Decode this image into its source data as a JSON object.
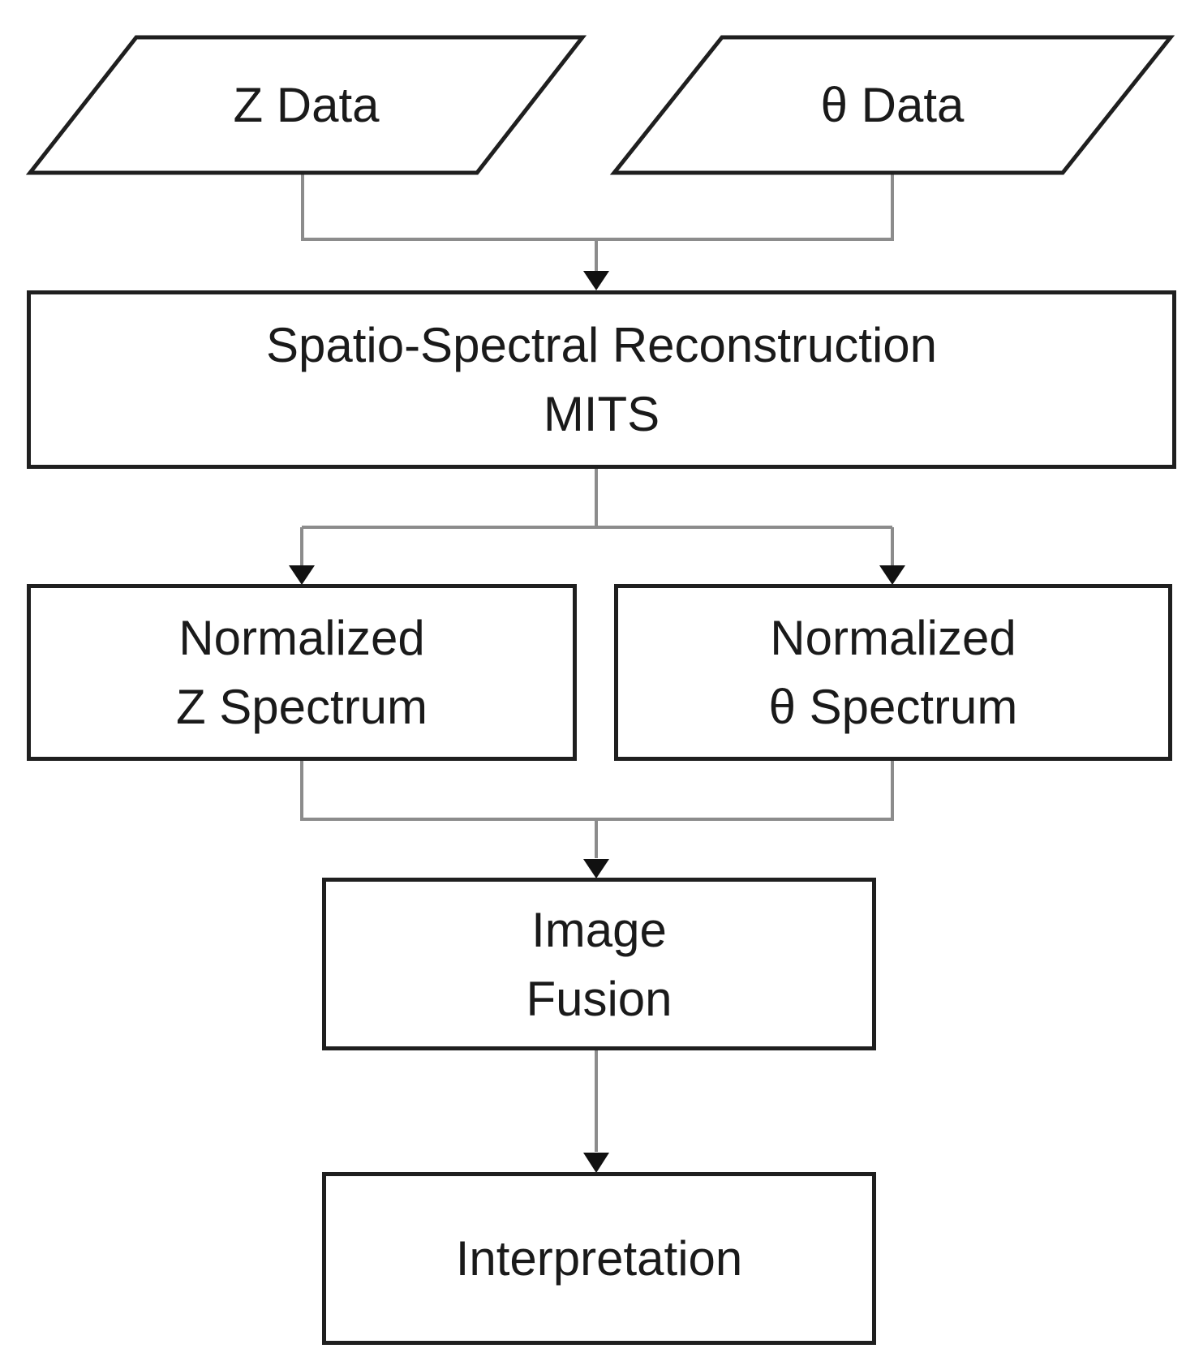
{
  "diagram": {
    "type": "flowchart",
    "background": "#ffffff",
    "colors": {
      "node_border": "#1f1f1f",
      "node_fill": "#ffffff",
      "connector": "#8c8c8c",
      "arrowhead": "#111111",
      "text": "#1a1a1a"
    },
    "nodes": [
      {
        "id": "z-data",
        "shape": "parallelogram",
        "lines": [
          "Z Data"
        ]
      },
      {
        "id": "theta-data",
        "shape": "parallelogram",
        "lines": [
          "θ Data"
        ]
      },
      {
        "id": "reconstruction",
        "shape": "rectangle",
        "lines": [
          "Spatio-Spectral Reconstruction",
          "MITS"
        ]
      },
      {
        "id": "normalized-z",
        "shape": "rectangle",
        "lines": [
          "Normalized",
          "Z Spectrum"
        ]
      },
      {
        "id": "normalized-theta",
        "shape": "rectangle",
        "lines": [
          "Normalized",
          "θ Spectrum"
        ]
      },
      {
        "id": "image-fusion",
        "shape": "rectangle",
        "lines": [
          "Image",
          "Fusion"
        ]
      },
      {
        "id": "interpretation",
        "shape": "rectangle",
        "lines": [
          "Interpretation"
        ]
      }
    ],
    "edges": [
      {
        "from": "z-data",
        "to": "reconstruction",
        "arrow": true
      },
      {
        "from": "theta-data",
        "to": "reconstruction",
        "arrow": true
      },
      {
        "from": "reconstruction",
        "to": "normalized-z",
        "arrow": true
      },
      {
        "from": "reconstruction",
        "to": "normalized-theta",
        "arrow": true
      },
      {
        "from": "normalized-z",
        "to": "image-fusion",
        "arrow": true
      },
      {
        "from": "normalized-theta",
        "to": "image-fusion",
        "arrow": true
      },
      {
        "from": "image-fusion",
        "to": "interpretation",
        "arrow": true
      }
    ]
  }
}
